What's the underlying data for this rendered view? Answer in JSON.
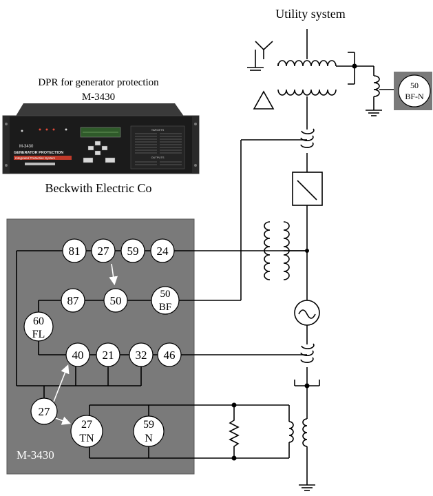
{
  "title": "Utility system",
  "device": {
    "heading_line1": "DPR for generator protection",
    "heading_line2": "M-3430",
    "manufacturer": "Beckwith Electric Co",
    "front_model": "M-3430",
    "front_title": "GENERATOR PROTECTION",
    "front_subtitle": "Integrated Protection System",
    "front_panel_right_title": "TARGETS",
    "front_panel_right_sub": "OUTPUTS"
  },
  "panel_label": "M-3430",
  "relays": {
    "r81": "81",
    "r27a": "27",
    "r59": "59",
    "r24": "24",
    "r87": "87",
    "r50": "50",
    "r50bf_l1": "50",
    "r50bf_l2": "BF",
    "r60fl_l1": "60",
    "r60fl_l2": "FL",
    "r40": "40",
    "r21": "21",
    "r32": "32",
    "r46": "46",
    "r27b": "27",
    "r27tn_l1": "27",
    "r27tn_l2": "TN",
    "r59n_l1": "59",
    "r59n_l2": "N",
    "ext_l1": "50",
    "ext_l2": "BF-N"
  },
  "colors": {
    "panel": "#7a7a7a",
    "ext_box": "#7a7a7a",
    "device_body": "#1a1a1a",
    "lcd": "#2f5a2a"
  }
}
